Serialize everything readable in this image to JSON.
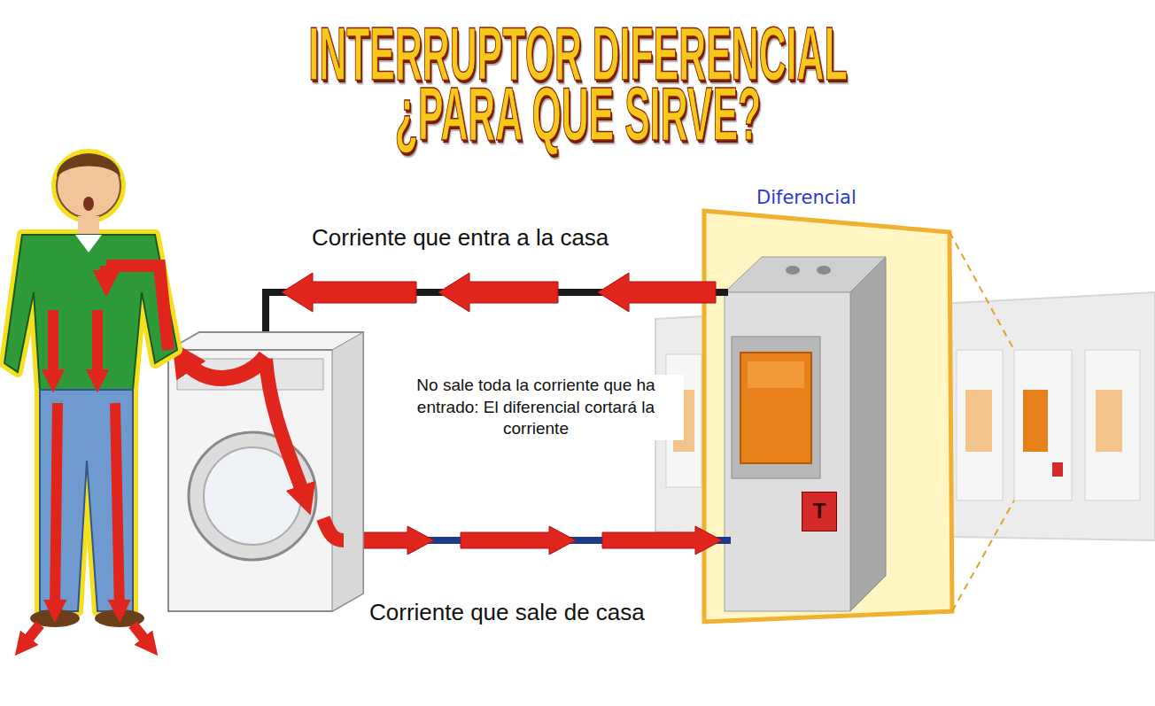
{
  "diagram": {
    "title": "INTERRUPTOR DIFERENCIAL ¿PARA QUE SIRVE?",
    "nodes": [
      {
        "text": [
          "Diferencial"
        ]
      },
      {
        "text": [
          "T"
        ],
        "in": 0
      }
    ],
    "labels": [
      "Corriente que entra a la casa",
      "No sale toda la corriente que ha entrado: El diferencial cortará la corriente",
      "Corriente que sale de casa"
    ]
  }
}
